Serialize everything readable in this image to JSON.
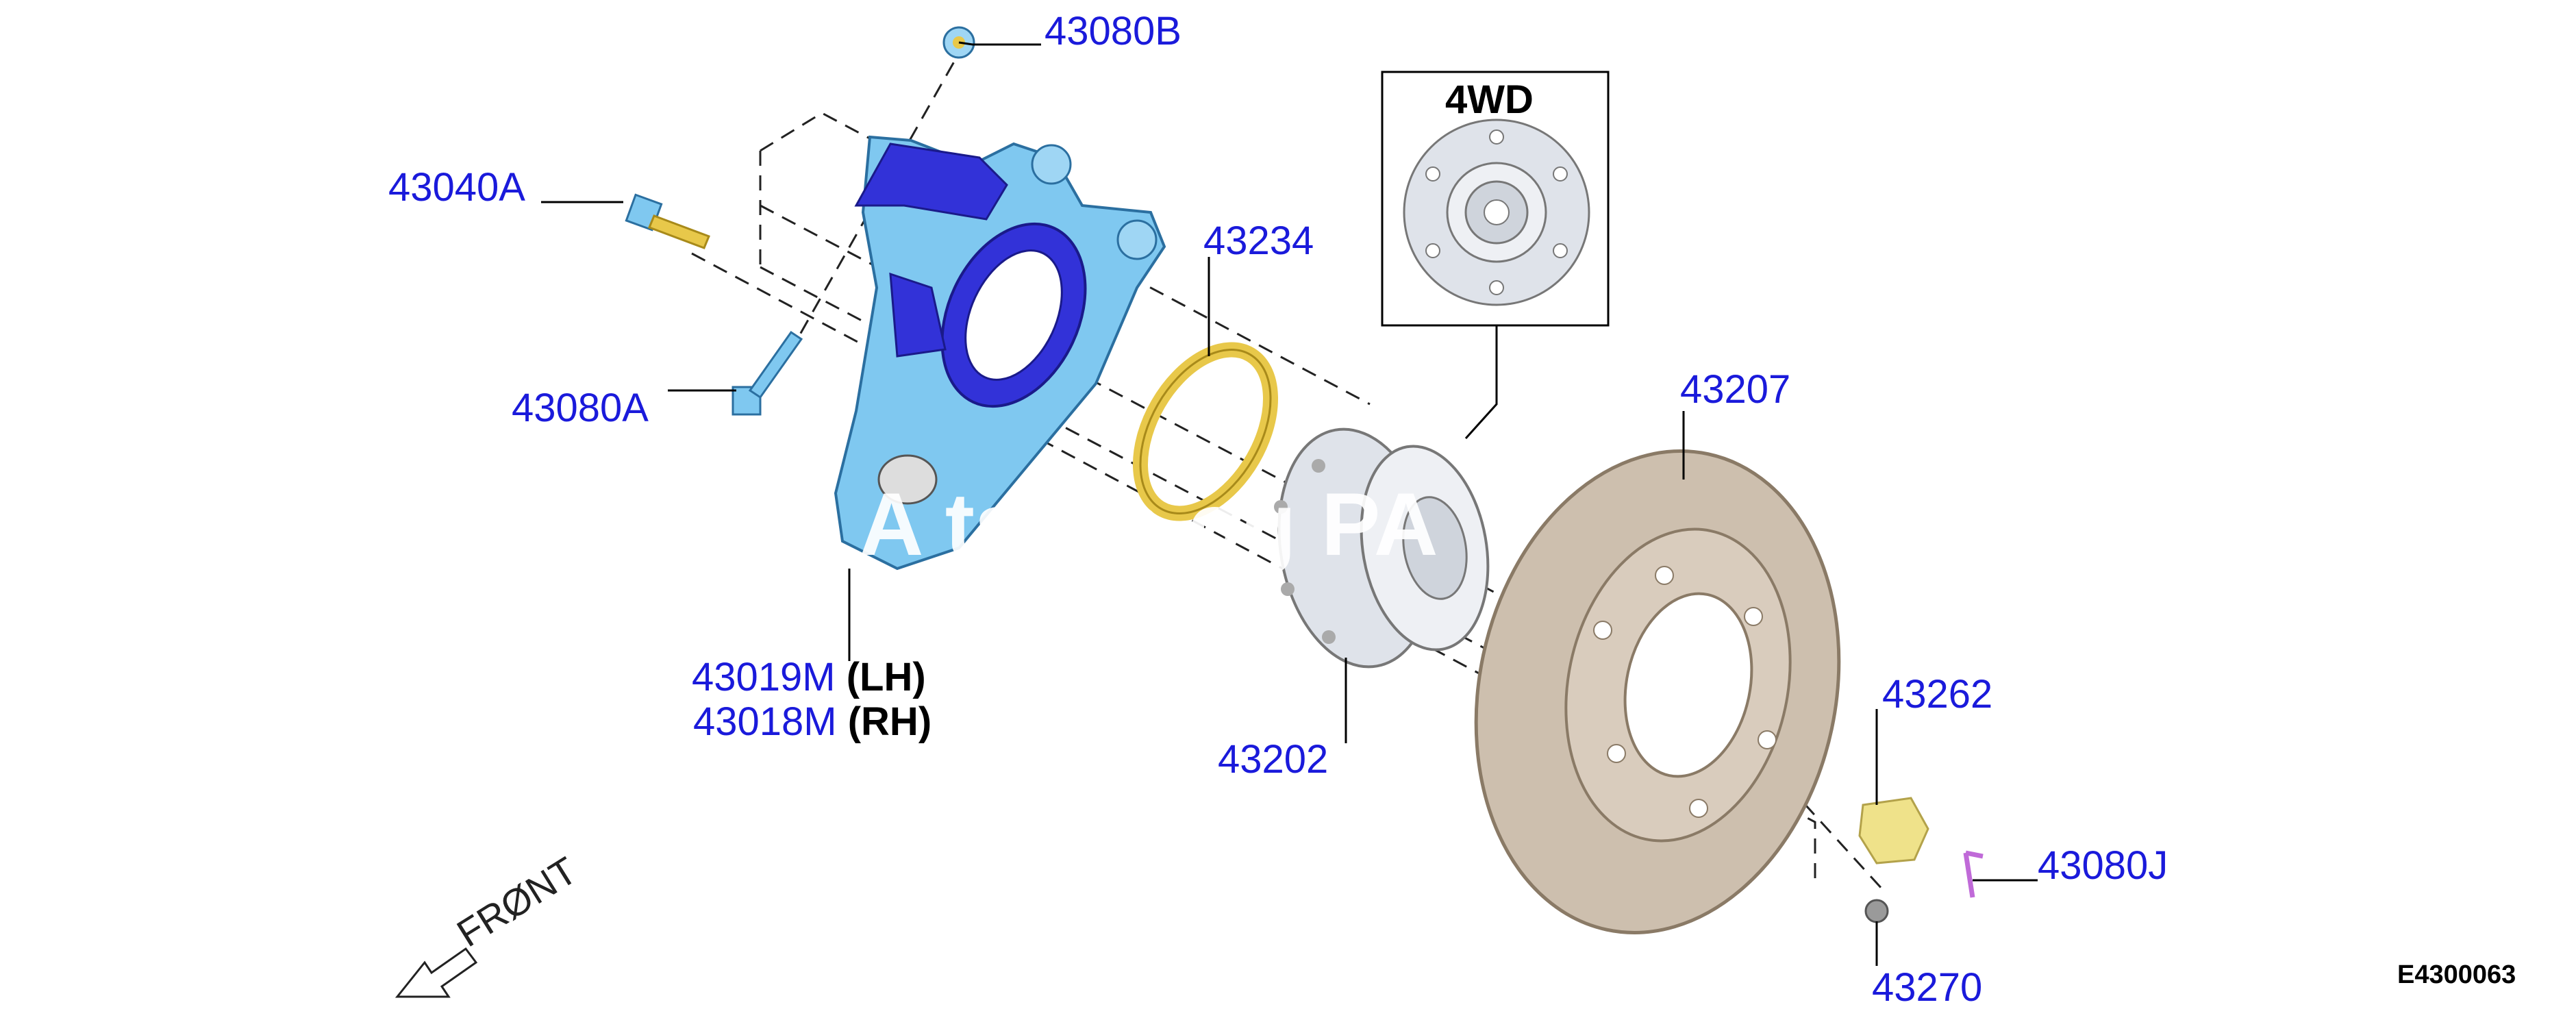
{
  "diagram": {
    "figure_code": "E4300063",
    "inset_label": "4WD",
    "front_label": "FRØNT",
    "watermark": "t A  ts Ca  og PA",
    "callouts": {
      "p43080B": "43080B",
      "p43040A": "43040A",
      "p43080A": "43080A",
      "p43234": "43234",
      "p43207": "43207",
      "p43019M": "43019M",
      "p43019M_side": "(LH)",
      "p43018M": "43018M",
      "p43018M_side": "(RH)",
      "p43202": "43202",
      "p43262": "43262",
      "p43080J": "43080J",
      "p43270": "43270"
    },
    "colors": {
      "callout": "#1a1adb",
      "knuckle": "#7fc8f0",
      "knuckle_dark": "#3232d8",
      "disc": "#cdbfae",
      "hub": "#dfe3ea",
      "ring": "#e8c84a",
      "nut": "#efe28a",
      "leader": "#000000"
    }
  }
}
